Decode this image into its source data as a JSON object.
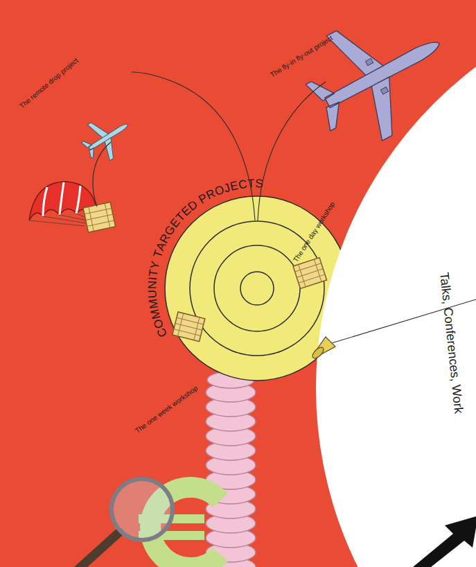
{
  "diagram": {
    "nodes": [
      {
        "text": [
          "COMMUNITY TARGETED PROJECTS",
          "The one day workshop",
          "The one week workshop"
        ]
      },
      {
        "text": [
          "Talks, Conferences, Work"
        ]
      }
    ],
    "edges": [
      {
        "from": 0,
        "to": 1,
        "arrow": "none"
      }
    ],
    "labels": [
      "The remote drop project",
      "The fly-in fly-out project"
    ]
  }
}
